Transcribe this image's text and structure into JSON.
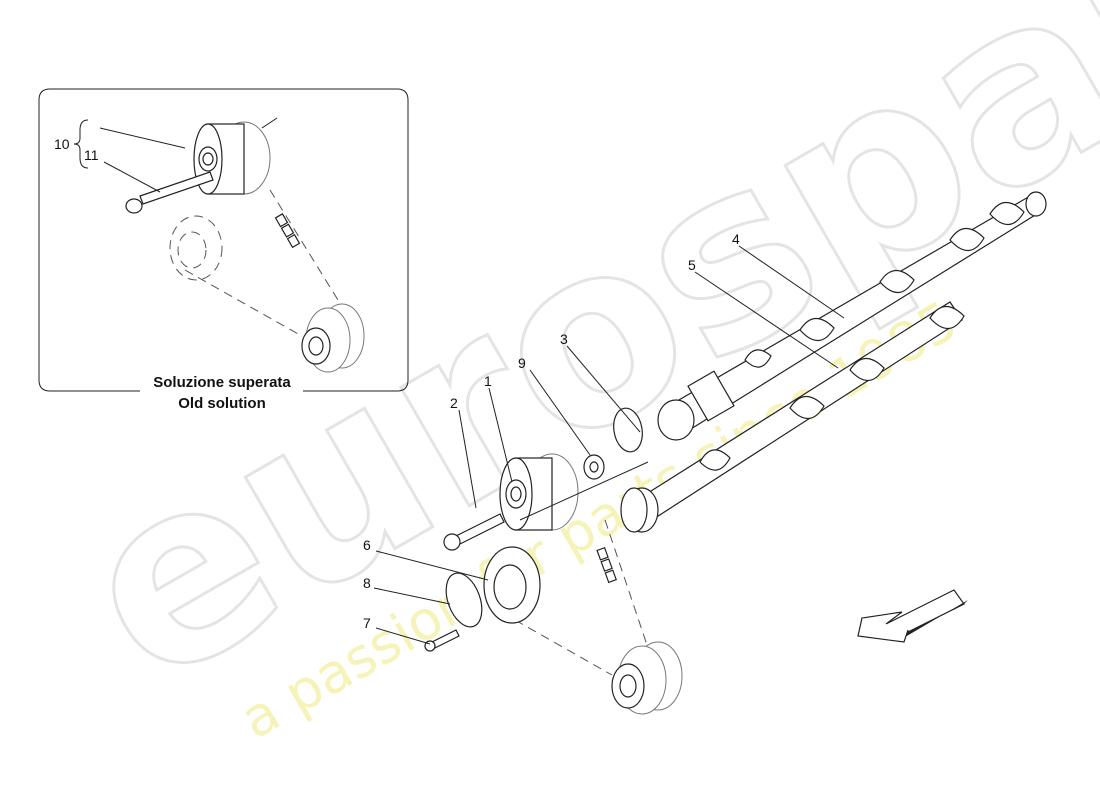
{
  "watermark": {
    "brand": "eurospares",
    "tagline": "a passion for parts since 1985"
  },
  "inset": {
    "caption_line1": "Soluzione superata",
    "caption_line2": "Old solution",
    "callouts": [
      "10",
      "11"
    ]
  },
  "callouts": [
    "1",
    "2",
    "3",
    "4",
    "5",
    "6",
    "7",
    "8",
    "9"
  ]
}
